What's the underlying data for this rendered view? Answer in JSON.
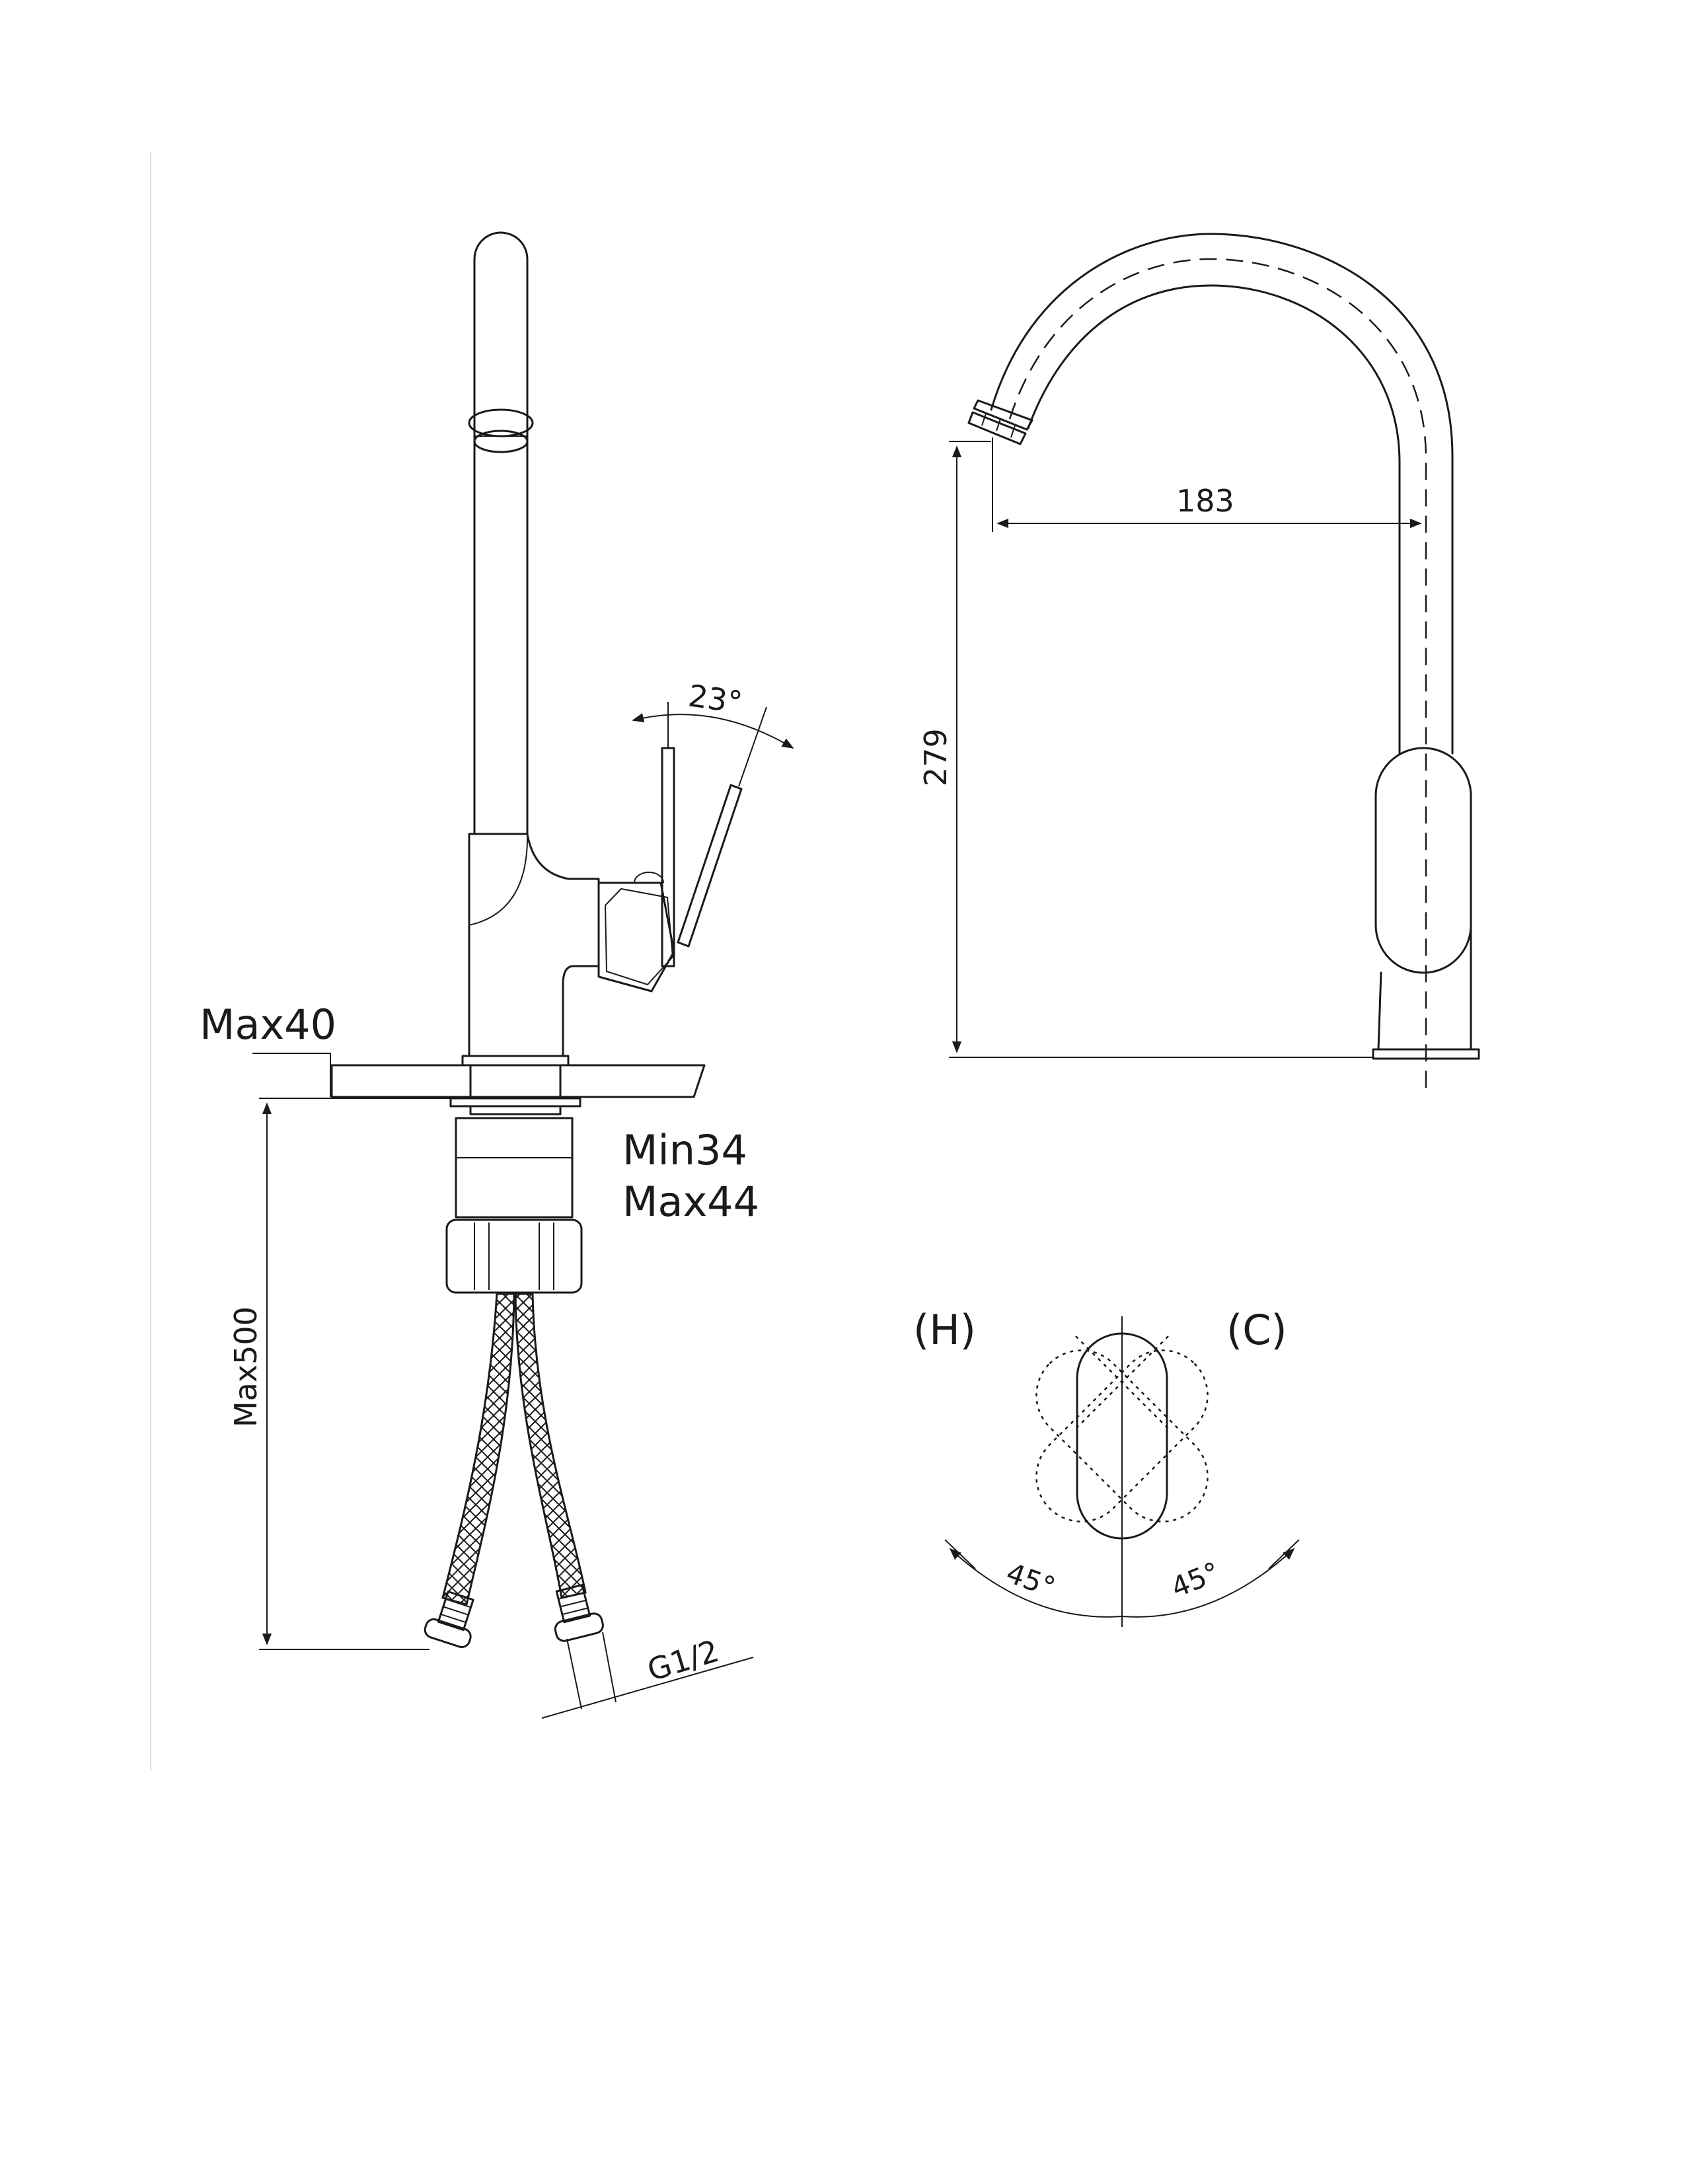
{
  "side_view": {
    "deck_thickness_label": "Max40",
    "clamp_range_min_label": "Min34",
    "clamp_range_max_label": "Max44",
    "hose_length_label": "Max500",
    "connection_label": "G1/2",
    "handle_angle_label": "23°"
  },
  "front_view": {
    "spout_reach_label": "183",
    "spout_height_label": "279"
  },
  "handle_rotation_view": {
    "hot_label": "(H)",
    "cold_label": "(C)",
    "hot_angle_label": "45°",
    "cold_angle_label": "45°"
  }
}
